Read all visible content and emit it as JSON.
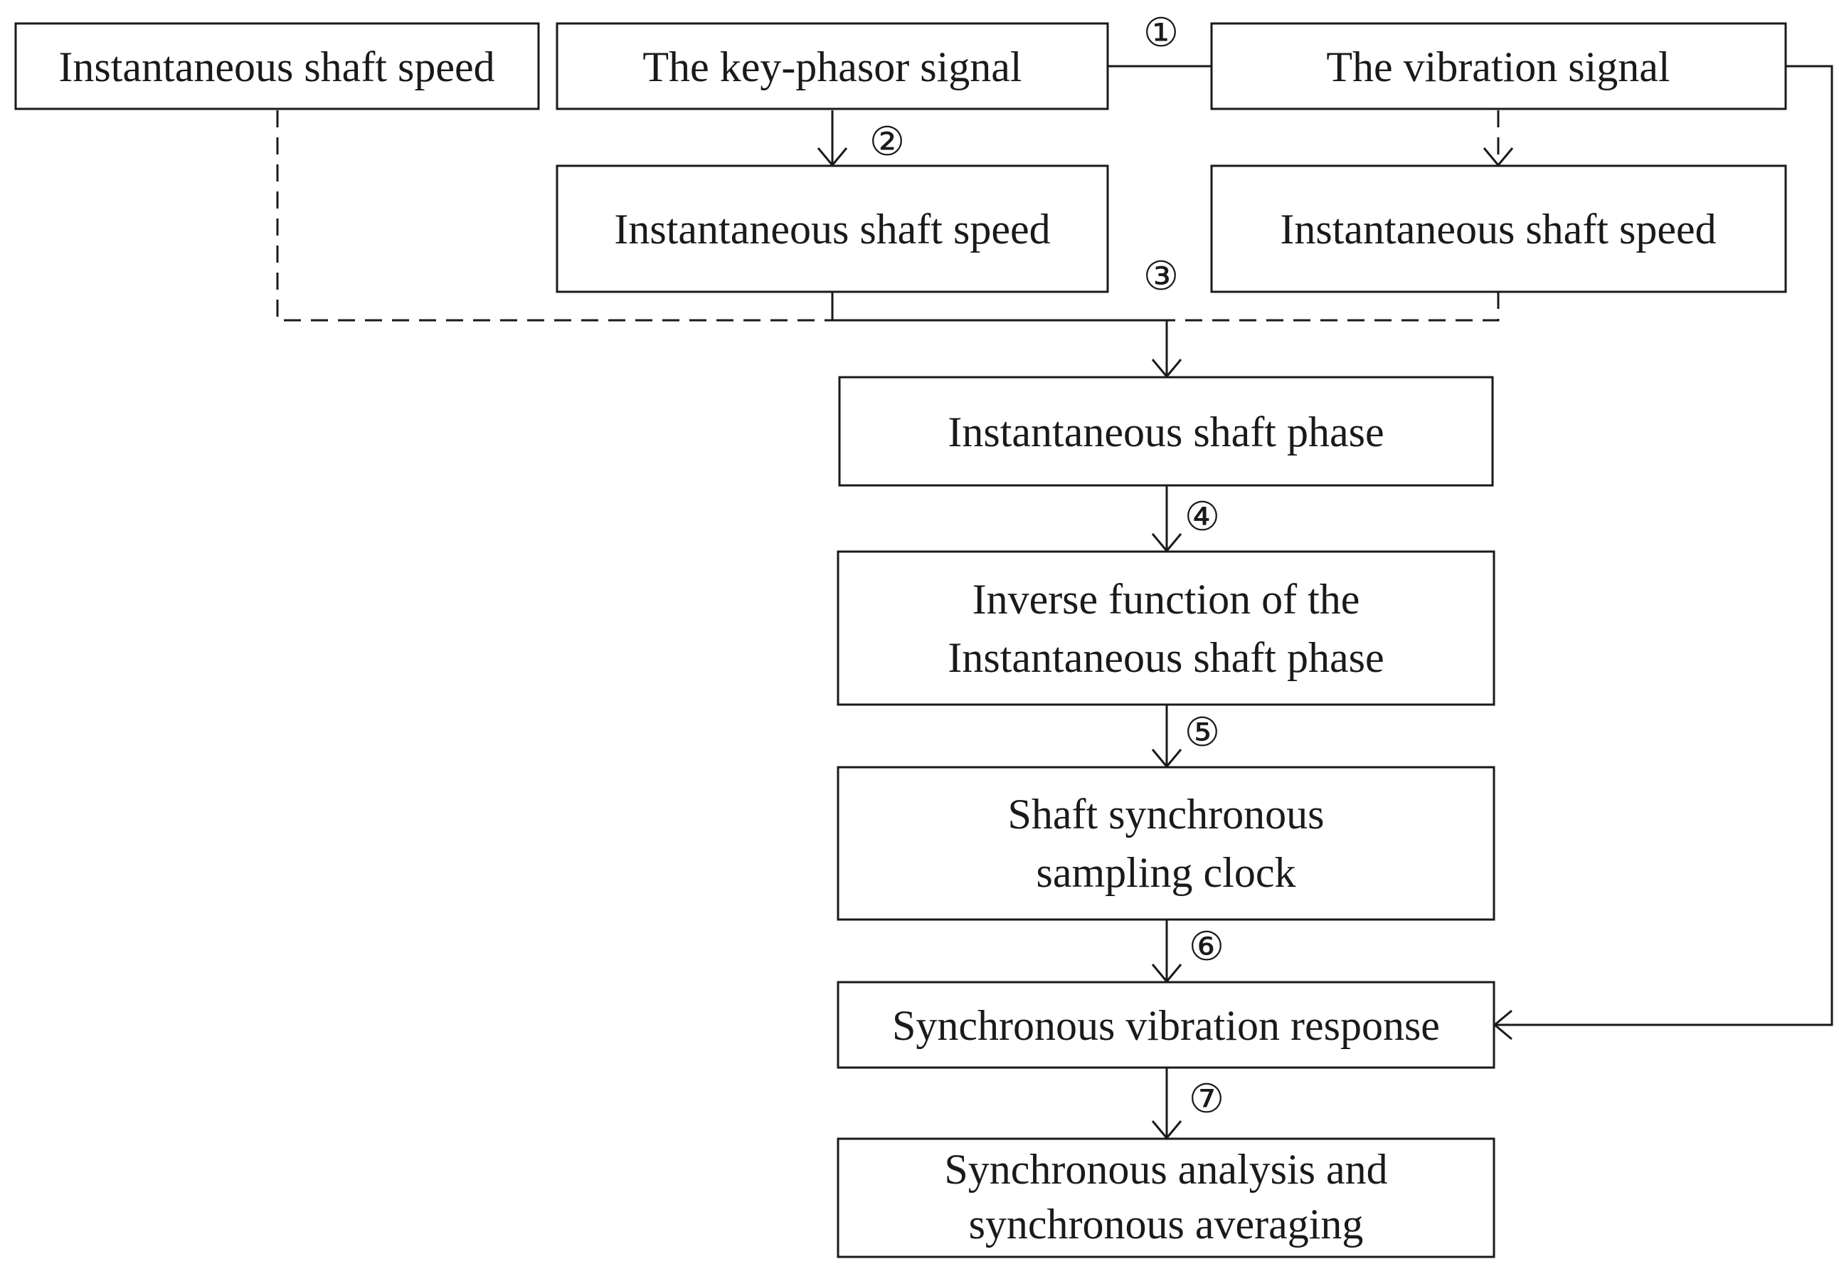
{
  "boxes": {
    "speed_input": "Instantaneous shaft speed",
    "keyphasor": "The key-phasor signal",
    "vibration": "The vibration signal",
    "speed_from_keyphasor": "Instantaneous shaft speed",
    "speed_from_vibration": "Instantaneous shaft speed",
    "phase": "Instantaneous shaft phase",
    "inverse": [
      "Inverse function of the",
      "Instantaneous shaft phase"
    ],
    "clock": [
      "Shaft synchronous",
      "sampling clock"
    ],
    "response": "Synchronous vibration response",
    "analysis": [
      "Synchronous analysis and",
      "synchronous averaging"
    ]
  },
  "steps": [
    "①",
    "②",
    "③",
    "④",
    "⑤",
    "⑥",
    "⑦"
  ],
  "colors": {
    "stroke": "#1a1a1a",
    "background": "#ffffff"
  }
}
